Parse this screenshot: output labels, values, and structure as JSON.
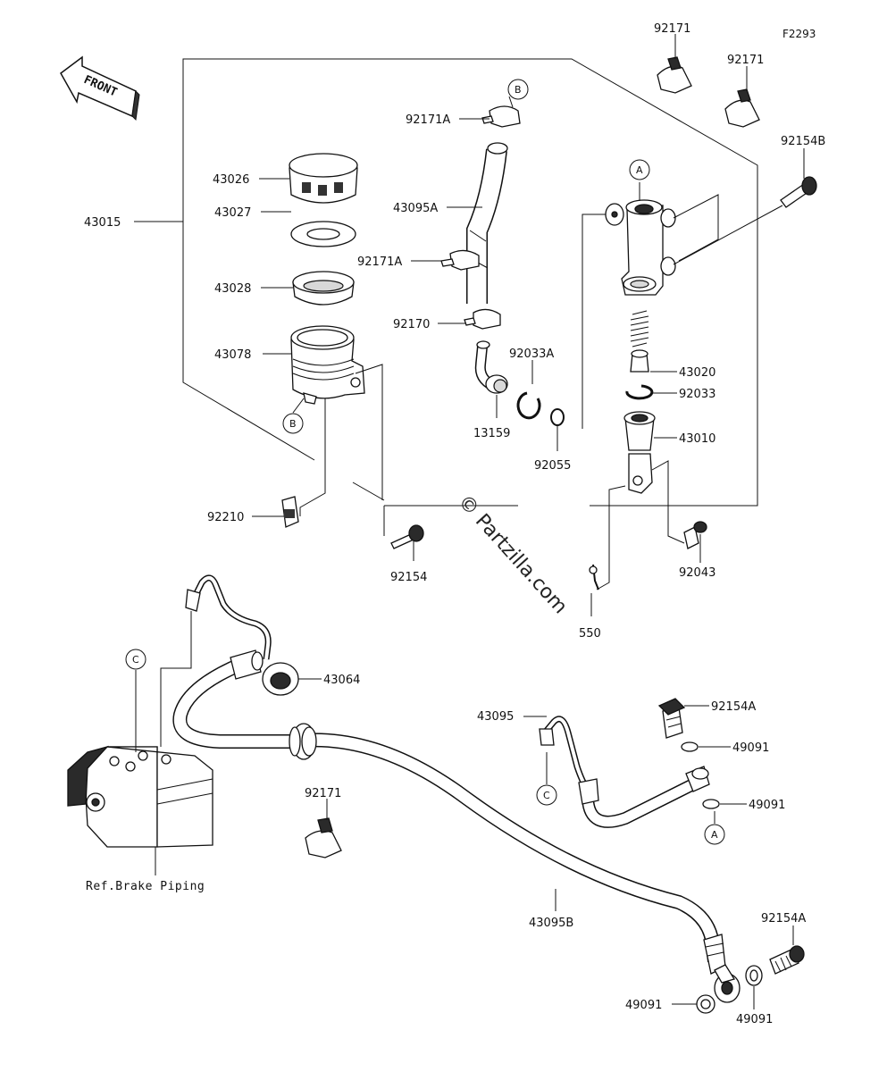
{
  "figure_code": "F2293",
  "front_label": "FRONT",
  "watermark": "© Partzilla.com",
  "ref_note": "Ref.Brake Piping",
  "callouts": {
    "a": "A",
    "b": "B",
    "c": "C"
  },
  "parts": {
    "p43015": "43015",
    "p43026": "43026",
    "p43027": "43027",
    "p43028": "43028",
    "p43078": "43078",
    "p92210": "92210",
    "p92154": "92154",
    "p92171a_top": "92171A",
    "p43095a": "43095A",
    "p92171a_mid": "92171A",
    "p92170": "92170",
    "p92033a": "92033A",
    "p13159": "13159",
    "p92055": "92055",
    "p92171_top1": "92171",
    "p92171_top2": "92171",
    "p92154b": "92154B",
    "p43020": "43020",
    "p92033": "92033",
    "p43010": "43010",
    "p92043": "92043",
    "p550": "550",
    "p43064": "43064",
    "p43095": "43095",
    "p92154a_mid": "92154A",
    "p49091_mid1": "49091",
    "p49091_mid2": "49091",
    "p92171_low": "92171",
    "p43095b": "43095B",
    "p92154a_low": "92154A",
    "p49091_low1": "49091",
    "p49091_low2": "49091"
  }
}
